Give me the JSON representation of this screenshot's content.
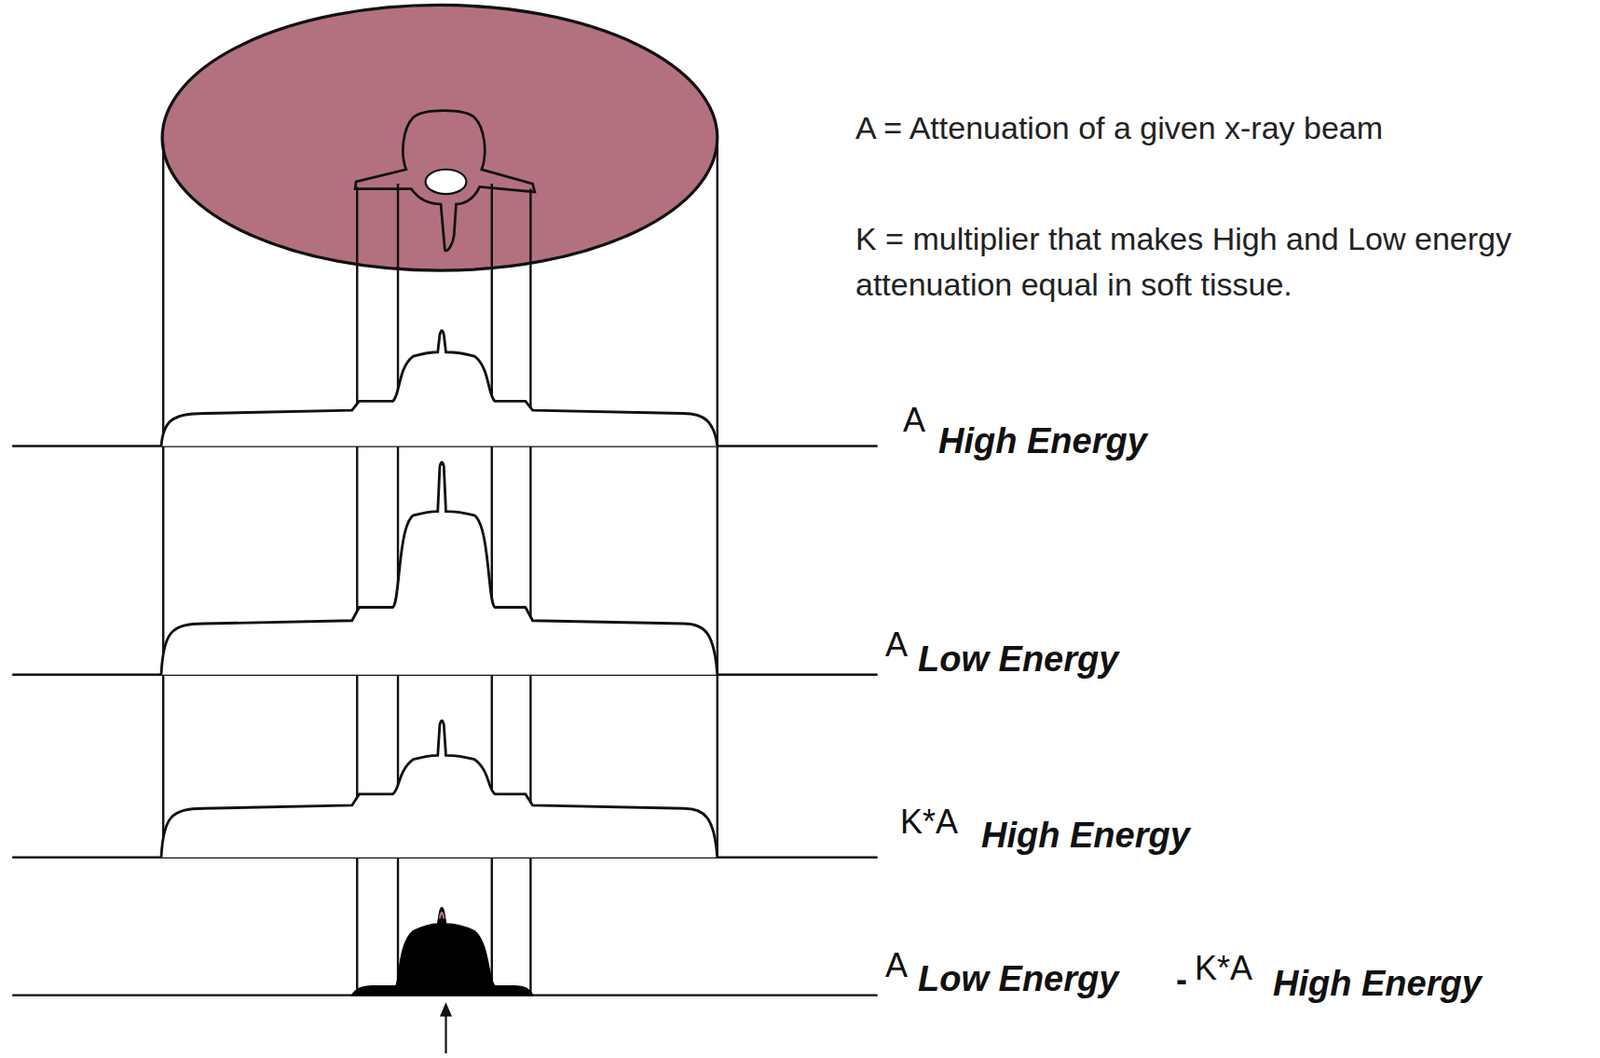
{
  "diagram": {
    "labels": [
      "A = Attenuation of a given x-ray beam",
      "K = multiplier that makes High and Low energy attenuation equal in soft tissue.",
      "A",
      "High Energy",
      "A",
      "Low Energy",
      "K*A",
      "High Energy",
      "A",
      "Low Energy",
      "-",
      "K*A",
      "High Energy"
    ]
  }
}
